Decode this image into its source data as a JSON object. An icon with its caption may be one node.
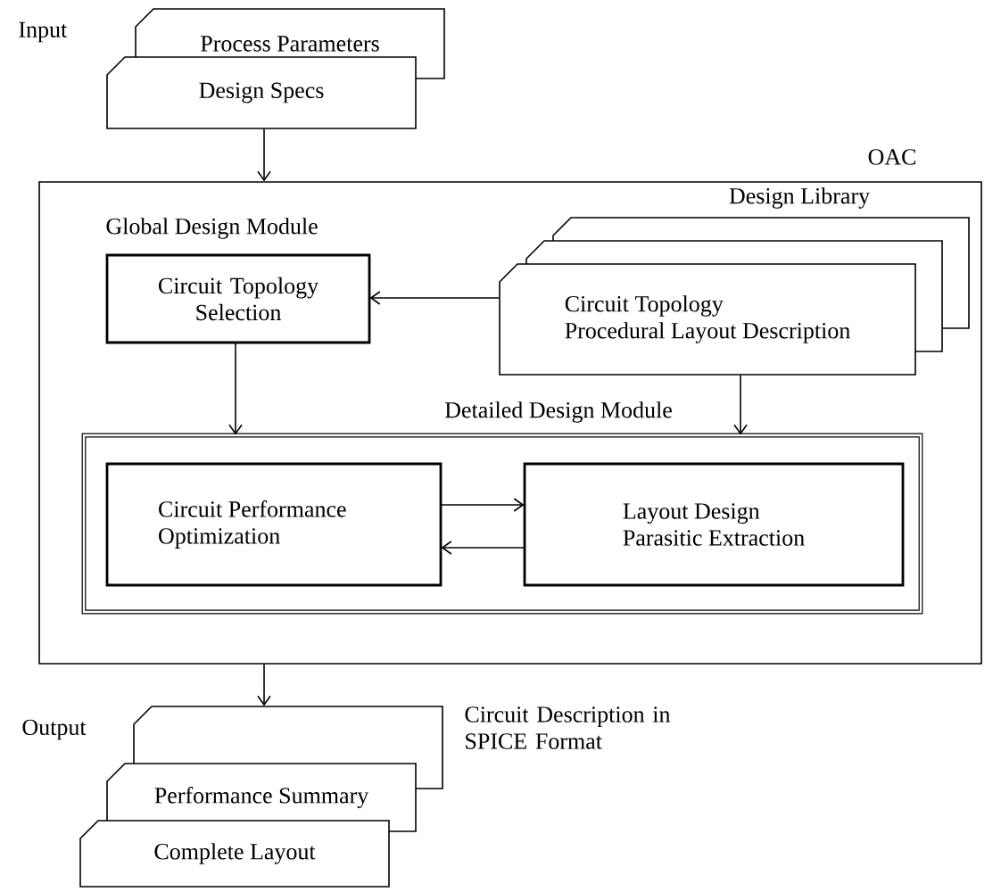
{
  "diagram": {
    "nodes": [
      {
        "text": [
          "Process Parameters"
        ]
      },
      {
        "text": [
          "Design Specs"
        ]
      },
      {
        "text": [
          "OAC"
        ]
      },
      {
        "text": [
          "Global Design Module",
          "Circuit Topology Selection"
        ],
        "in": 2
      },
      {
        "text": [
          "Design Library",
          "Circuit Topology",
          "Procedural Layout Description"
        ],
        "in": 2
      },
      {
        "text": [
          "Detailed Design Module"
        ],
        "in": 2
      },
      {
        "text": [
          "Circuit Performance Optimization"
        ],
        "in": 5
      },
      {
        "text": [
          "Layout Design",
          "Parasitic Extraction"
        ],
        "in": 5
      },
      {
        "text": [],
        "shape": "box",
        "beside": [
          "Circuit Description in SPICE Format"
        ]
      },
      {
        "text": [
          "Performance Summary"
        ]
      },
      {
        "text": [
          "Complete Layout"
        ]
      }
    ],
    "edges": [
      {
        "from": 1,
        "to": 2,
        "arrow": "to"
      },
      {
        "from": 4,
        "to": 3,
        "arrow": "to"
      },
      {
        "from": 3,
        "to": 5,
        "arrow": "to"
      },
      {
        "from": 4,
        "to": 5,
        "arrow": "to"
      },
      {
        "from": 6,
        "to": 7,
        "arrow": "to"
      },
      {
        "from": 7,
        "to": 6,
        "arrow": "to"
      },
      {
        "from": 2,
        "to": 8,
        "arrow": "to"
      }
    ],
    "labels": [
      "Input",
      "Output"
    ]
  }
}
